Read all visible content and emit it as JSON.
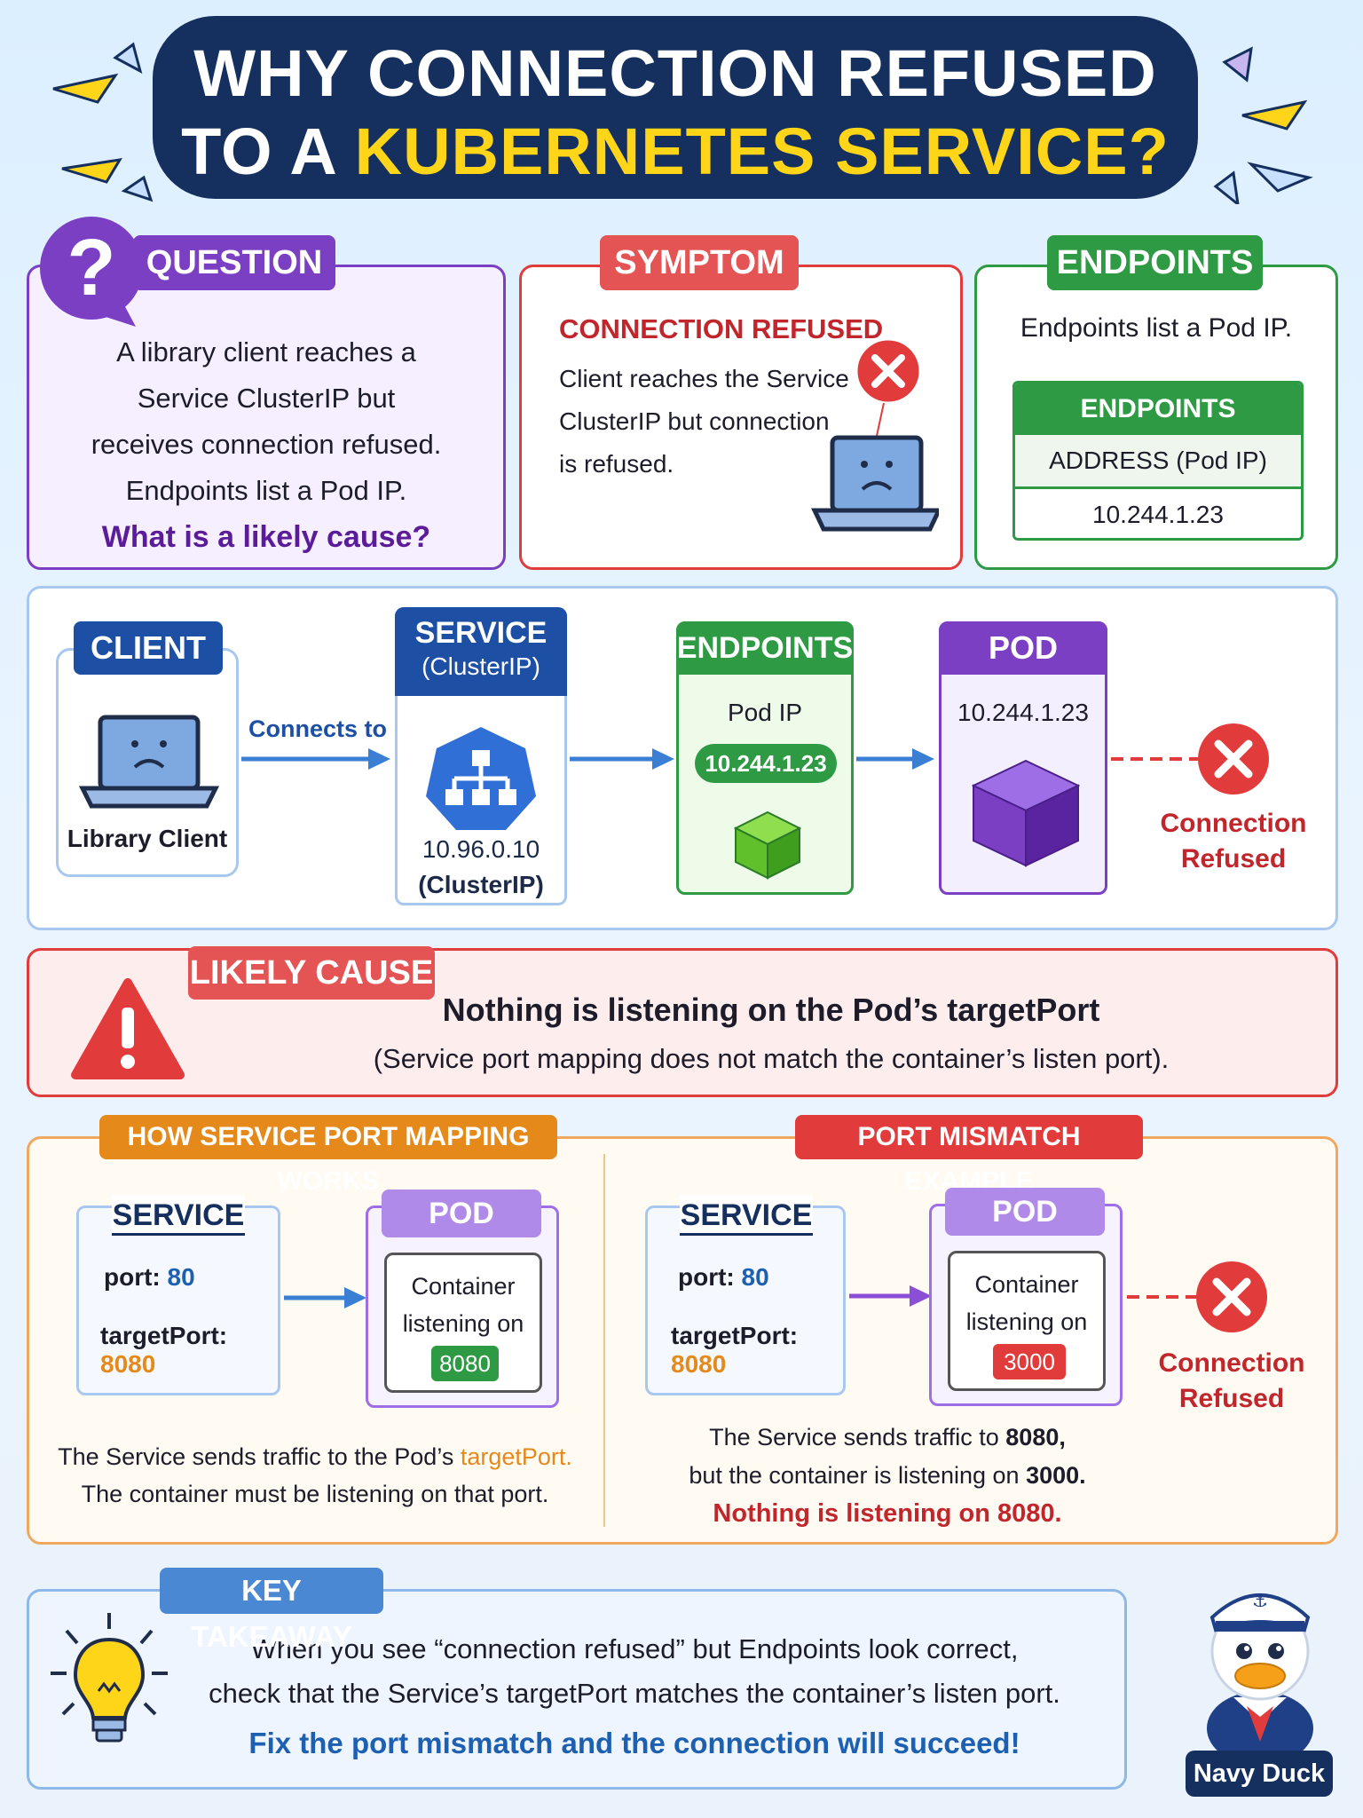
{
  "title": {
    "line1": "WHY CONNECTION REFUSED",
    "line2_prefix": "TO A ",
    "line2_highlight": "KUBERNETES SERVICE?"
  },
  "question": {
    "tag": "QUESTION",
    "lines": [
      "A library client reaches a",
      "Service ClusterIP but",
      "receives connection refused.",
      "Endpoints list a Pod IP."
    ],
    "ask": "What is a likely cause?"
  },
  "symptom": {
    "tag": "SYMPTOM",
    "heading": "CONNECTION REFUSED",
    "lines": [
      "Client reaches the Service",
      "ClusterIP but connection",
      "is refused."
    ]
  },
  "endpoints_box": {
    "tag": "ENDPOINTS",
    "text": "Endpoints list a Pod IP.",
    "table_header": "ENDPOINTS",
    "col_header": "ADDRESS (Pod IP)",
    "value": "10.244.1.23"
  },
  "flow": {
    "client": {
      "tag": "CLIENT",
      "label": "Library Client"
    },
    "connects_to": "Connects to",
    "service": {
      "tag_line1": "SERVICE",
      "tag_line2": "(ClusterIP)",
      "ip": "10.96.0.10",
      "ip_sub": "(ClusterIP)"
    },
    "endpoints": {
      "tag": "ENDPOINTS",
      "label": "Pod IP",
      "ip": "10.244.1.23"
    },
    "pod": {
      "tag": "POD",
      "ip": "10.244.1.23"
    },
    "refused_line1": "Connection",
    "refused_line2": "Refused"
  },
  "likely_cause": {
    "tag": "LIKELY CAUSE",
    "main": "Nothing is listening on the Pod’s targetPort",
    "sub": "(Service port mapping does not match the container’s listen port)."
  },
  "mapping": {
    "tag": "HOW SERVICE PORT MAPPING WORKS",
    "service_tag": "SERVICE",
    "port_label": "port: ",
    "port_value": "80",
    "target_label": "targetPort: ",
    "target_value": "8080",
    "pod_tag": "POD",
    "container_line1": "Container",
    "container_line2": "listening on",
    "container_port": "8080",
    "note_line1_prefix": "The Service sends traffic to the Pod’s ",
    "note_line1_highlight": "targetPort.",
    "note_line2": "The container must be listening on that port."
  },
  "mismatch": {
    "tag": "PORT MISMATCH EXAMPLE",
    "service_tag": "SERVICE",
    "port_label": "port: ",
    "port_value": "80",
    "target_label": "targetPort: ",
    "target_value": "8080",
    "pod_tag": "POD",
    "container_line1": "Container",
    "container_line2": "listening on",
    "container_port": "3000",
    "refused_line1": "Connection",
    "refused_line2": "Refused",
    "note_line1_prefix": "The Service sends traffic to ",
    "note_line1_bold": "8080,",
    "note_line2_prefix": "but the container is listening on ",
    "note_line2_bold": "3000.",
    "note_line3": "Nothing is listening on 8080."
  },
  "takeaway": {
    "tag": "KEY TAKEAWAY",
    "line1": "When you see “connection refused” but Endpoints look correct,",
    "line2": "check that the Service’s targetPort matches the container’s listen port.",
    "line3": "Fix the port mismatch and the connection will succeed!"
  },
  "mascot": {
    "name": "Navy Duck"
  },
  "colors": {
    "navy": "#15305e",
    "purple": "#7b3fc4",
    "red": "#e23b3b",
    "green": "#2e9a44",
    "blue": "#1d5fb0",
    "orange": "#e58a1a"
  }
}
